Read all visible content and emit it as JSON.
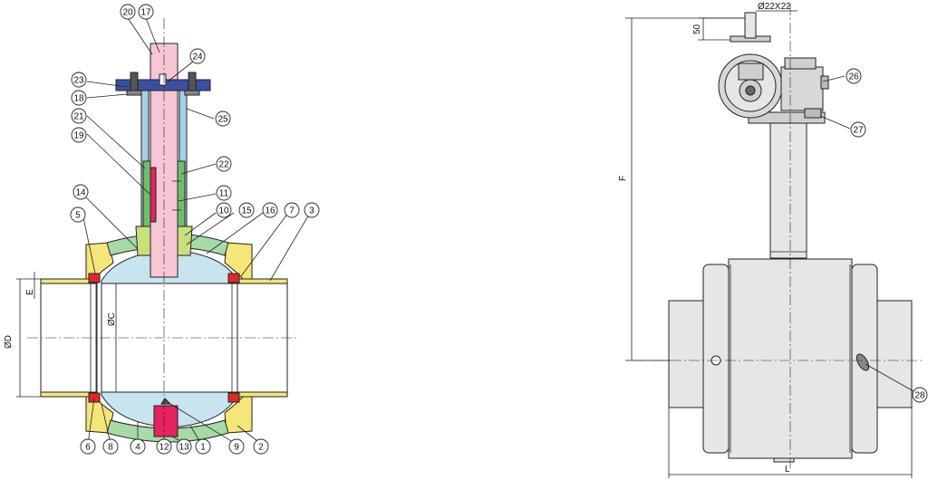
{
  "colors": {
    "yellow": "#f5e67a",
    "green": "#a7d9a9",
    "light_blue": "#c7e4ef",
    "pink": "#f6c6d6",
    "magenta": "#e4235f",
    "navy": "#3b4fa0",
    "red": "#e0282c",
    "body_gray": "#e6e6e6",
    "stem_blue": "#a9cfe3"
  },
  "callouts": [
    {
      "id": "c1",
      "label": "1"
    },
    {
      "id": "c2",
      "label": "2"
    },
    {
      "id": "c3",
      "label": "3"
    },
    {
      "id": "c4",
      "label": "4"
    },
    {
      "id": "c5",
      "label": "5"
    },
    {
      "id": "c6",
      "label": "6"
    },
    {
      "id": "c7",
      "label": "7"
    },
    {
      "id": "c8",
      "label": "8"
    },
    {
      "id": "c9",
      "label": "9"
    },
    {
      "id": "c10",
      "label": "10"
    },
    {
      "id": "c11",
      "label": "11"
    },
    {
      "id": "c12",
      "label": "12"
    },
    {
      "id": "c13",
      "label": "13"
    },
    {
      "id": "c14",
      "label": "14"
    },
    {
      "id": "c15",
      "label": "15"
    },
    {
      "id": "c16",
      "label": "16"
    },
    {
      "id": "c17",
      "label": "17"
    },
    {
      "id": "c18",
      "label": "18"
    },
    {
      "id": "c19",
      "label": "19"
    },
    {
      "id": "c20",
      "label": "20"
    },
    {
      "id": "c21",
      "label": "21"
    },
    {
      "id": "c22",
      "label": "22"
    },
    {
      "id": "c23",
      "label": "23"
    },
    {
      "id": "c24",
      "label": "24"
    },
    {
      "id": "c25",
      "label": "25"
    },
    {
      "id": "c26",
      "label": "26"
    },
    {
      "id": "c27",
      "label": "27"
    },
    {
      "id": "c28",
      "label": "28"
    }
  ],
  "dimensions": {
    "od": "ØD",
    "oc": "ØC",
    "e": "E",
    "f": "F",
    "l": "L",
    "fifty": "50",
    "shaft": "Ø22X22"
  }
}
